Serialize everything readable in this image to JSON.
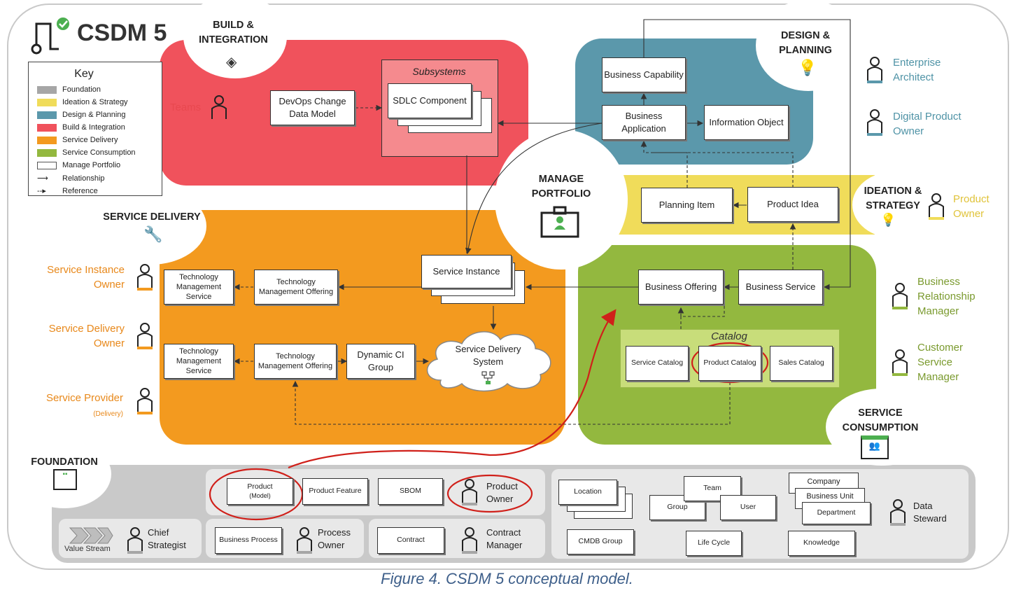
{
  "logo": {
    "text": "CSDM 5"
  },
  "key": {
    "title": "Key",
    "items": [
      {
        "label": "Foundation",
        "color": "#a6a6a6"
      },
      {
        "label": "Ideation & Strategy",
        "color": "#f0dc5a"
      },
      {
        "label": "Design & Planning",
        "color": "#5b98ab"
      },
      {
        "label": "Build & Integration",
        "color": "#f0525c"
      },
      {
        "label": "Service Delivery",
        "color": "#f39a1f"
      },
      {
        "label": "Service Consumption",
        "color": "#93b83f"
      },
      {
        "label": "Manage Portfolio",
        "color": "#ffffff"
      }
    ],
    "relationship": "Relationship",
    "reference": "Reference"
  },
  "colors": {
    "build": "#f0525c",
    "design": "#5b98ab",
    "ideation": "#f0dc5a",
    "delivery": "#f39a1f",
    "consumption": "#93b83f",
    "foundation": "#c9c9c9",
    "annotation": "#d0201a"
  },
  "sections": {
    "build_title": "BUILD & INTEGRATION",
    "design_title": "DESIGN & PLANNING",
    "manage_title": "MANAGE PORTFOLIO",
    "ideation_title": "IDEATION & STRATEGY",
    "delivery_title": "SERVICE DELIVERY",
    "consumption_title": "SERVICE CONSUMPTION",
    "foundation_title": "FOUNDATION"
  },
  "build": {
    "subsystems": "Subsystems",
    "devops": "DevOps Change Data Model",
    "sdlc": "SDLC Component"
  },
  "design": {
    "business_capability": "Business Capability",
    "business_application": "Business Application",
    "information_object": "Information Object"
  },
  "ideation": {
    "planning_item": "Planning Item",
    "product_idea": "Product Idea"
  },
  "delivery": {
    "service_instance": "Service Instance",
    "tms_1": "Technology Management Service",
    "tmo_1": "Technology Management Offering",
    "tms_2": "Technology Management Service",
    "tmo_2": "Technology Management Offering",
    "dynamic_ci": "Dynamic CI Group",
    "sds": "Service Delivery System"
  },
  "consumption": {
    "business_offering": "Business Offering",
    "business_service": "Business Service",
    "catalog": "Catalog",
    "service_catalog": "Service Catalog",
    "product_catalog": "Product Catalog",
    "sales_catalog": "Sales Catalog"
  },
  "roles": {
    "teams": "Teams",
    "enterprise_architect": "Enterprise Architect",
    "digital_product_owner": "Digital Product Owner",
    "product_owner": "Product Owner",
    "business_relationship_manager": "Business Relationship Manager",
    "customer_service_manager": "Customer Service Manager",
    "service_instance_owner": "Service Instance Owner",
    "service_delivery_owner": "Service Delivery Owner",
    "service_provider": "Service Provider",
    "service_provider_sub": "(Delivery)"
  },
  "foundation": {
    "product_model": "Product",
    "product_model_sub": "(Model)",
    "product_feature": "Product Feature",
    "sbom": "SBOM",
    "product_owner": "Product Owner",
    "value_stream": "Value Stream",
    "chief_strategist": "Chief Strategist",
    "business_process": "Business Process",
    "process_owner": "Process Owner",
    "contract": "Contract",
    "contract_manager": "Contract Manager",
    "location": "Location",
    "team": "Team",
    "group": "Group",
    "user": "User",
    "company": "Company",
    "business_unit": "Business Unit",
    "department": "Department",
    "data_steward": "Data Steward",
    "cmdb_group": "CMDB Group",
    "life_cycle": "Life Cycle",
    "knowledge": "Knowledge"
  },
  "caption": "Figure 4. CSDM 5 conceptual model."
}
